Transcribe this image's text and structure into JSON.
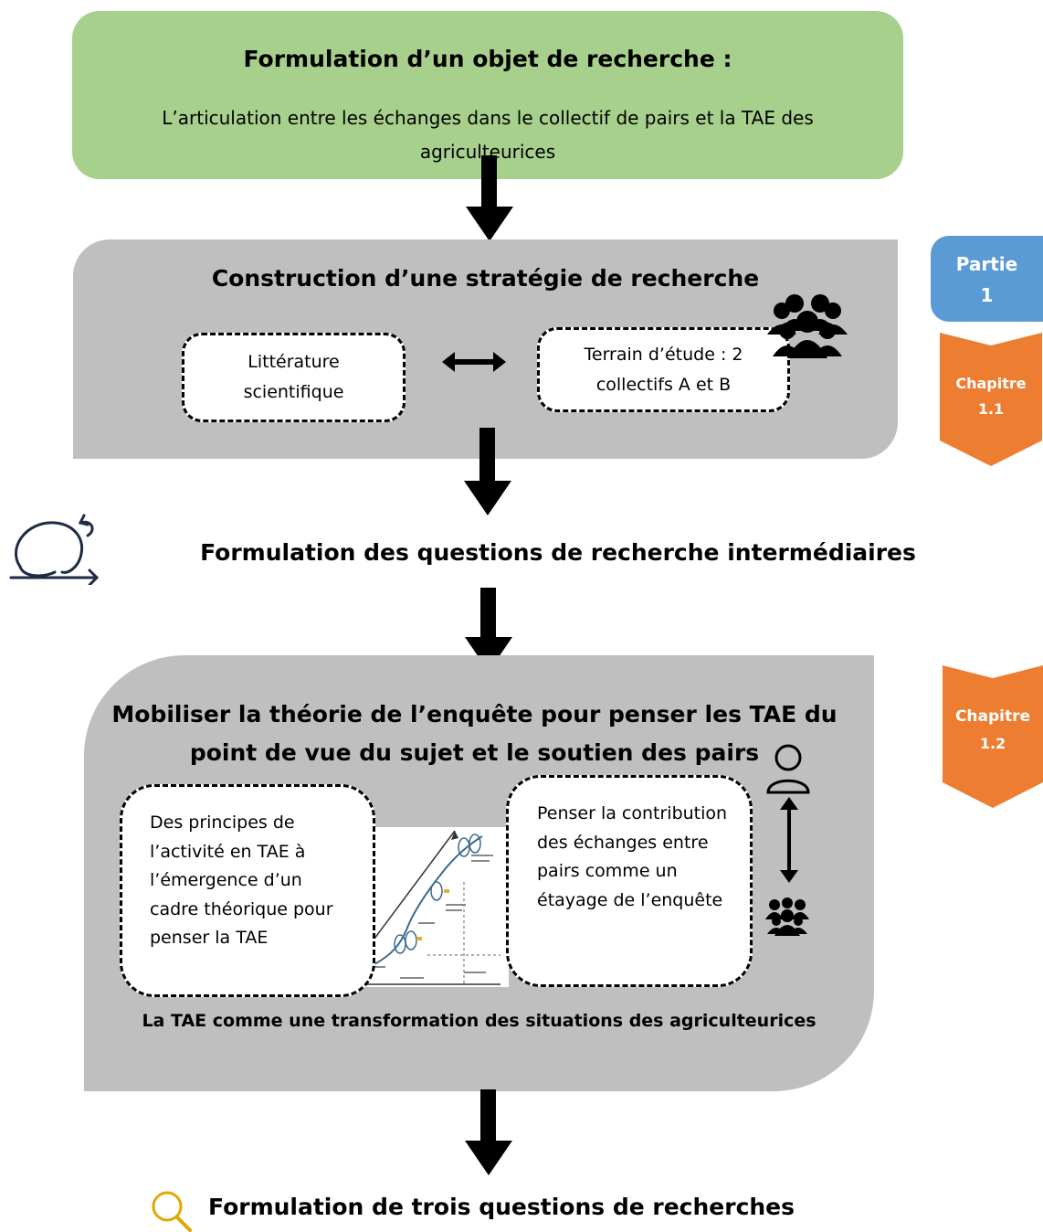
{
  "top_box": {
    "title": "Formulation d’un objet de recherche :",
    "subtitle": "L’articulation entre les échanges dans le collectif de pairs et la TAE des agriculteurices"
  },
  "strategy_box": {
    "title": "Construction d’une stratégie de recherche",
    "left_item": "Littérature scientifique",
    "right_item": "Terrain d’étude : 2 collectifs A et B"
  },
  "intermediate_questions": "Formulation des questions de recherche intermédiaires",
  "theory_box": {
    "title": "Mobiliser la théorie de l’enquête pour penser les TAE du point de vue du sujet et le soutien des pairs",
    "left_item": "Des principes de l’activité en TAE à l’émergence d’un cadre théorique pour penser la TAE",
    "right_item": "Penser la contribution des échanges entre pairs comme un étayage de l’enquête",
    "conclusion": "La TAE comme une transformation des situations des agriculteurices"
  },
  "final_questions": "Formulation de trois questions de recherches",
  "side_tabs": {
    "partie_label": "Partie",
    "partie_number": "1",
    "chapitre_a_label": "Chapitre",
    "chapitre_a_number": "1.1",
    "chapitre_b_label": "Chapitre",
    "chapitre_b_number": "1.2"
  },
  "colors": {
    "green": "#a8d08d",
    "gray": "#bfbfbf",
    "blue": "#5b9bd5",
    "orange": "#ed7d31"
  },
  "icons": [
    "group-icon",
    "cycle-arrow-icon",
    "person-icon",
    "small-group-icon",
    "search-icon"
  ]
}
